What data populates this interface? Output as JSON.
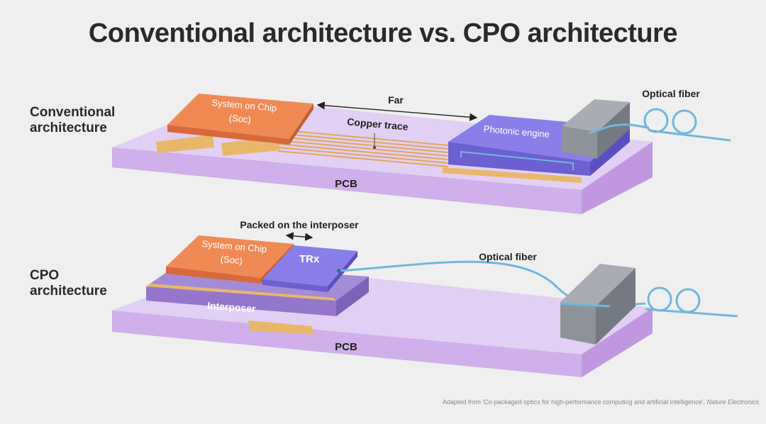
{
  "title": "Conventional architecture vs. CPO architecture",
  "conventional": {
    "section_label_line1": "Conventional",
    "section_label_line2": "architecture",
    "soc_line1": "System on Chip",
    "soc_line2": "(Soc)",
    "far": "Far",
    "copper_trace": "Copper trace",
    "photonic_engine": "Photonic engine",
    "optical_fiber": "Optical fiber",
    "pcb": "PCB"
  },
  "cpo": {
    "section_label_line1": "CPO",
    "section_label_line2": "architecture",
    "packed": "Packed on the interposer",
    "soc_line1": "System on Chip",
    "soc_line2": "(Soc)",
    "trx": "TRx",
    "interposer": "Interposer",
    "optical_fiber": "Optical fiber",
    "pcb": "PCB"
  },
  "credit": {
    "text": "Adapted from 'Co-packaged optics for high-performance computing and artificial intelligence',",
    "source": "Nature Electronics"
  },
  "colors": {
    "pcb_top": "#dcc6f0",
    "pcb_side": "#c9a8e6",
    "soc_top": "#f08a55",
    "soc_side": "#d8693a",
    "photonic_top": "#8a7fe8",
    "photonic_side": "#6c5fd0",
    "gold": "#e8b86a",
    "fiber": "#6fb7dc",
    "connector": "#8e939a"
  }
}
